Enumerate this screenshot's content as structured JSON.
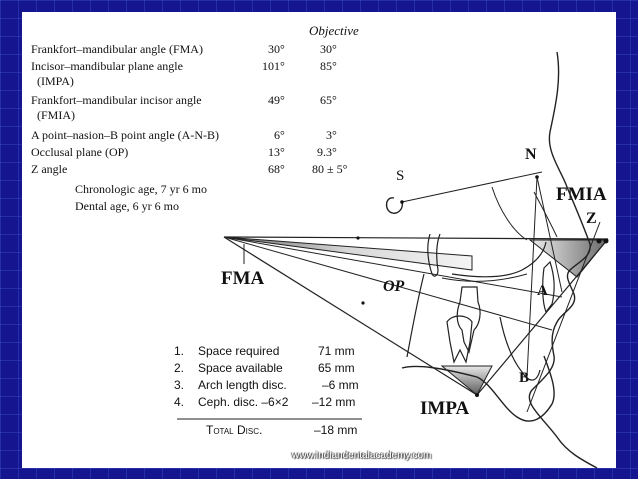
{
  "table": {
    "objective_header": "Objective",
    "rows": [
      {
        "label": "Frankfort–mandibular angle (FMA)",
        "value": "30°",
        "objective": "30°"
      },
      {
        "label": "Incisor–mandibular plane angle",
        "value": "101°",
        "objective": "85°"
      },
      {
        "label": "(IMPA)",
        "value": "",
        "objective": ""
      },
      {
        "label": "Frankfort–mandibular incisor angle",
        "value": "49°",
        "objective": "65°"
      },
      {
        "label": "(FMIA)",
        "value": "",
        "objective": ""
      },
      {
        "label": "A point–nasion–B point angle (A-N-B)",
        "value": "6°",
        "objective": "3°"
      },
      {
        "label": "Occlusal plane (OP)",
        "value": "13°",
        "objective": "9.3°"
      },
      {
        "label": "Z angle",
        "value": "68°",
        "objective": "80 ± 5°"
      }
    ],
    "ages": [
      "Chronologic age, 7 yr 6 mo",
      "Dental age, 6 yr 6 mo"
    ]
  },
  "space_analysis": {
    "items": [
      {
        "num": "1.",
        "label": "Space required",
        "value": "71 mm"
      },
      {
        "num": "2.",
        "label": "Space available",
        "value": "65 mm"
      },
      {
        "num": "3.",
        "label": "Arch length disc.",
        "value": "–6 mm"
      },
      {
        "num": "4.",
        "label": "Ceph. disc. –6×2",
        "value": "–12 mm"
      }
    ],
    "total_label": "Total Disc.",
    "total_value": "–18 mm"
  },
  "diagram_labels": {
    "fma": "FMA",
    "op": "OP",
    "impa": "IMPA",
    "fmia": "FMIA",
    "n": "N",
    "s": "S",
    "z": "Z",
    "a": "A",
    "b": "B"
  },
  "watermark": "www.indiandentalacademy.com"
}
